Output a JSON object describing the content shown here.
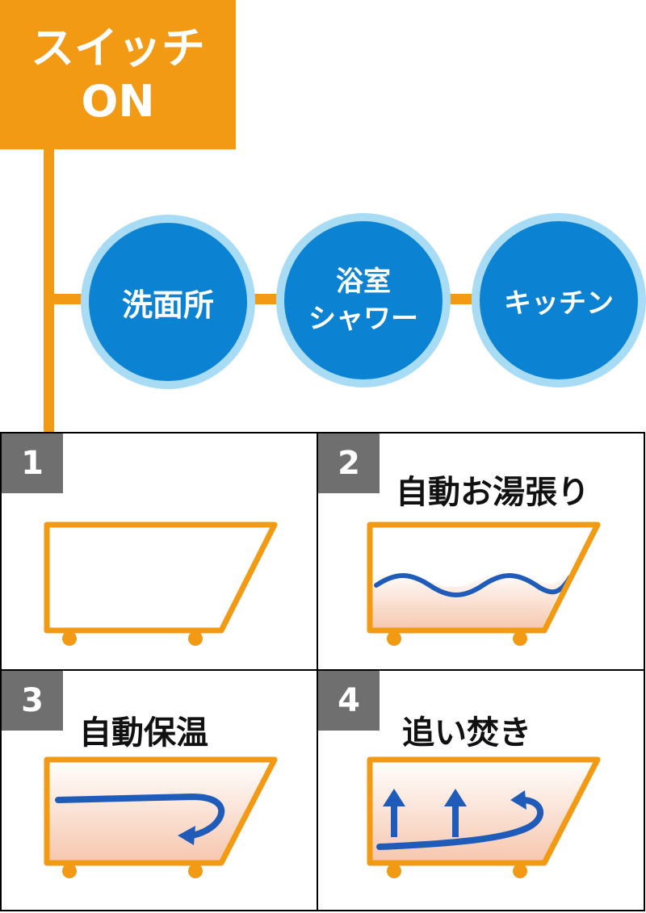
{
  "switch": {
    "line1": "スイッチ",
    "line2": "ON"
  },
  "outlets": [
    {
      "lines": [
        "洗面所"
      ]
    },
    {
      "lines": [
        "浴室",
        "シャワー"
      ]
    },
    {
      "lines": [
        "キッチン"
      ]
    }
  ],
  "panels": [
    {
      "number": "1",
      "title": ""
    },
    {
      "number": "2",
      "title": "自動お湯張り"
    },
    {
      "number": "3",
      "title": "自動保温"
    },
    {
      "number": "4",
      "title": "追い焚き"
    }
  ],
  "colors": {
    "orange": "#f39a14",
    "blue": "#0c82d2",
    "light_blue": "#a8dcf5",
    "dark_blue": "#1f5bb8",
    "gray": "#6f6f6f",
    "water_pink": "#f6c6ad"
  }
}
